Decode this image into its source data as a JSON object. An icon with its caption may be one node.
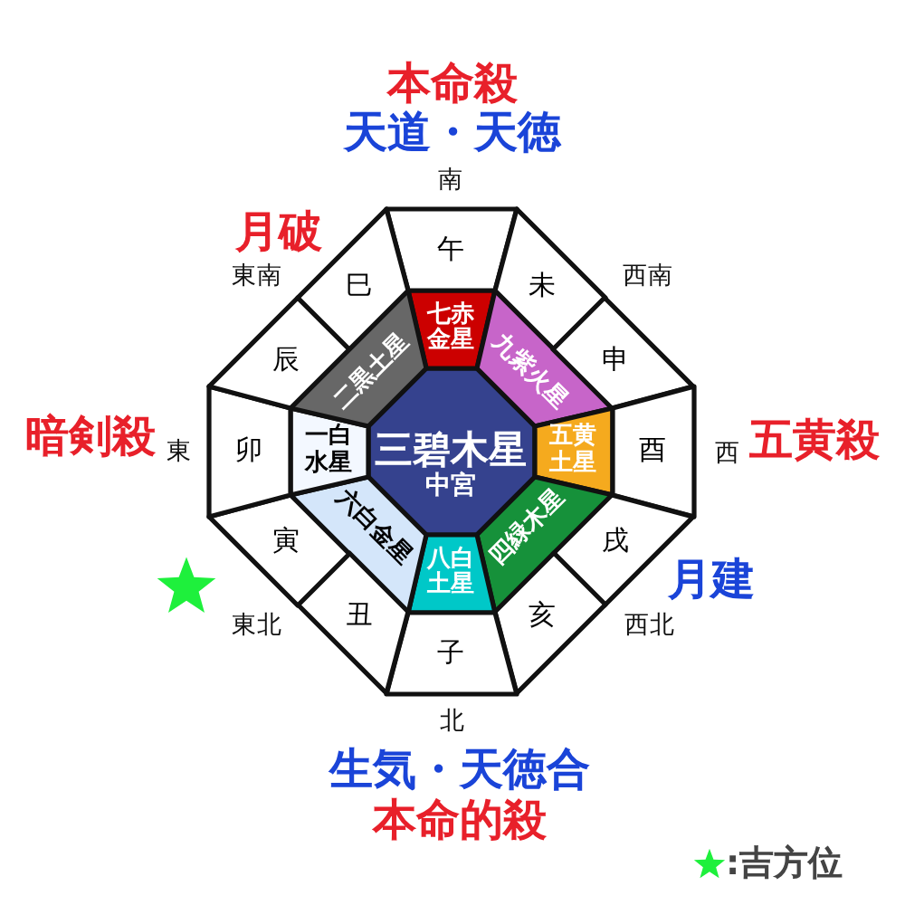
{
  "diagram": {
    "nodes": [
      {
        "text": [
          "三碧木星",
          "中宮"
        ]
      },
      {
        "text": [
          "七赤金星"
        ]
      },
      {
        "text": [
          "九紫火星"
        ]
      },
      {
        "text": [
          "五黄土星"
        ]
      },
      {
        "text": [
          "四緑木星"
        ]
      },
      {
        "text": [
          "八白土星"
        ]
      },
      {
        "text": [
          "六白金星"
        ]
      },
      {
        "text": [
          "一白水星"
        ]
      },
      {
        "text": [
          "二黒土星"
        ]
      },
      {
        "text": [
          "午"
        ]
      },
      {
        "text": [
          "未"
        ]
      },
      {
        "text": [
          "申"
        ]
      },
      {
        "text": [
          "酉"
        ]
      },
      {
        "text": [
          "戌"
        ]
      },
      {
        "text": [
          "亥"
        ]
      },
      {
        "text": [
          "子"
        ]
      },
      {
        "text": [
          "丑"
        ]
      },
      {
        "text": [
          "寅"
        ]
      },
      {
        "text": [
          "卯"
        ]
      },
      {
        "text": [
          "辰"
        ]
      },
      {
        "text": [
          "巳"
        ]
      }
    ],
    "labels": [
      "本命殺",
      "天道・天徳",
      "南",
      "月破",
      "東南",
      "西南",
      "暗剣殺",
      "東",
      "西",
      "五黄殺",
      "月建",
      "東北",
      "西北",
      "北",
      "生気・天徳合",
      "本命的殺"
    ],
    "legend": [
      {
        "text": ":吉方位"
      }
    ]
  }
}
